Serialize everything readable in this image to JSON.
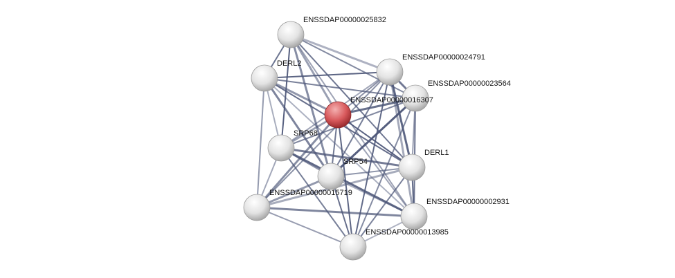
{
  "network": {
    "nodes": [
      {
        "label": "ENSSDAP00000025832",
        "query": false
      },
      {
        "label": "ENSSDAP00000024791",
        "query": false
      },
      {
        "label": "DERL2",
        "query": false
      },
      {
        "label": "ENSSDAP00000023564",
        "query": false
      },
      {
        "label": "ENSSDAP00000016307",
        "query": true
      },
      {
        "label": "SRP68",
        "query": false
      },
      {
        "label": "DERL1",
        "query": false
      },
      {
        "label": "SRP54",
        "query": false
      },
      {
        "label": "ENSSDAP00000015719",
        "query": false
      },
      {
        "label": "ENSSDAP00000002931",
        "query": false
      },
      {
        "label": "ENSSDAP00000013985",
        "query": false
      }
    ],
    "edges": [
      [
        0,
        1
      ],
      [
        0,
        2
      ],
      [
        0,
        3
      ],
      [
        0,
        4
      ],
      [
        0,
        5
      ],
      [
        0,
        6
      ],
      [
        0,
        7
      ],
      [
        0,
        9
      ],
      [
        1,
        2
      ],
      [
        1,
        3
      ],
      [
        1,
        4
      ],
      [
        1,
        5
      ],
      [
        1,
        6
      ],
      [
        1,
        7
      ],
      [
        1,
        8
      ],
      [
        1,
        9
      ],
      [
        1,
        10
      ],
      [
        2,
        3
      ],
      [
        2,
        4
      ],
      [
        2,
        5
      ],
      [
        2,
        6
      ],
      [
        2,
        7
      ],
      [
        2,
        8
      ],
      [
        2,
        9
      ],
      [
        3,
        4
      ],
      [
        3,
        5
      ],
      [
        3,
        6
      ],
      [
        3,
        7
      ],
      [
        3,
        9
      ],
      [
        3,
        10
      ],
      [
        4,
        5
      ],
      [
        4,
        6
      ],
      [
        4,
        7
      ],
      [
        4,
        8
      ],
      [
        4,
        9
      ],
      [
        4,
        10
      ],
      [
        5,
        6
      ],
      [
        5,
        7
      ],
      [
        5,
        8
      ],
      [
        5,
        9
      ],
      [
        5,
        10
      ],
      [
        6,
        7
      ],
      [
        6,
        8
      ],
      [
        6,
        9
      ],
      [
        6,
        10
      ],
      [
        7,
        8
      ],
      [
        7,
        9
      ],
      [
        7,
        10
      ],
      [
        8,
        9
      ],
      [
        8,
        10
      ],
      [
        9,
        10
      ]
    ],
    "colors": {
      "edge": "#4b5577",
      "query_node": "#d0454a",
      "node": "#e6e6e6"
    }
  }
}
